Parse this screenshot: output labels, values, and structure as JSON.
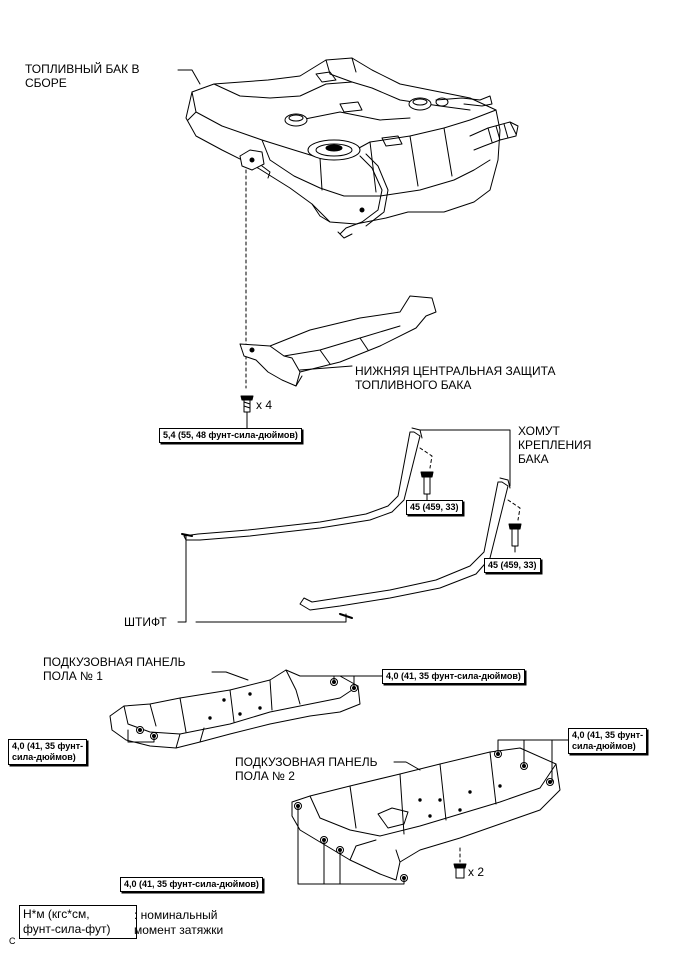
{
  "labels": {
    "fuel_tank": "ТОПЛИВНЫЙ БАК В\nСБОРЕ",
    "lower_center_protector": "НИЖНЯЯ ЦЕНТРАЛЬНАЯ ЗАЩИТА\nТОПЛИВНОГО БАКА",
    "tank_band": "ХОМУТ\nКРЕПЛЕНИЯ\nБАКА",
    "pin": "ШТИФТ",
    "floor_panel_1": "ПОДКУЗОВНАЯ ПАНЕЛЬ\nПОЛА № 1",
    "floor_panel_2": "ПОДКУЗОВНАЯ ПАНЕЛЬ\nПОЛА № 2"
  },
  "quantities": {
    "bolt_protector": "x 4",
    "bolt_floor_panel_2": "x 2"
  },
  "torques": {
    "protector_bolt": "5,4 (55, 48 фунт-сила-дюймов)",
    "band_bolt_1": "45 (459, 33)",
    "band_bolt_2": "45 (459, 33)",
    "floor_panel_1_right": "4,0 (41, 35 фунт-сила-дюймов)",
    "floor_panel_1_left": "4,0 (41, 35 фунт-\nсила-дюймов)",
    "floor_panel_2_right": "4,0 (41, 35 фунт-\nсила-дюймов)",
    "floor_panel_2_bottom": "4,0 (41, 35 фунт-сила-дюймов)"
  },
  "legend": {
    "box": "Н*м (кгс*см,\nфунт-сила-фут)",
    "text": ": номинальный\nмомент затяжки",
    "corner": "C"
  }
}
